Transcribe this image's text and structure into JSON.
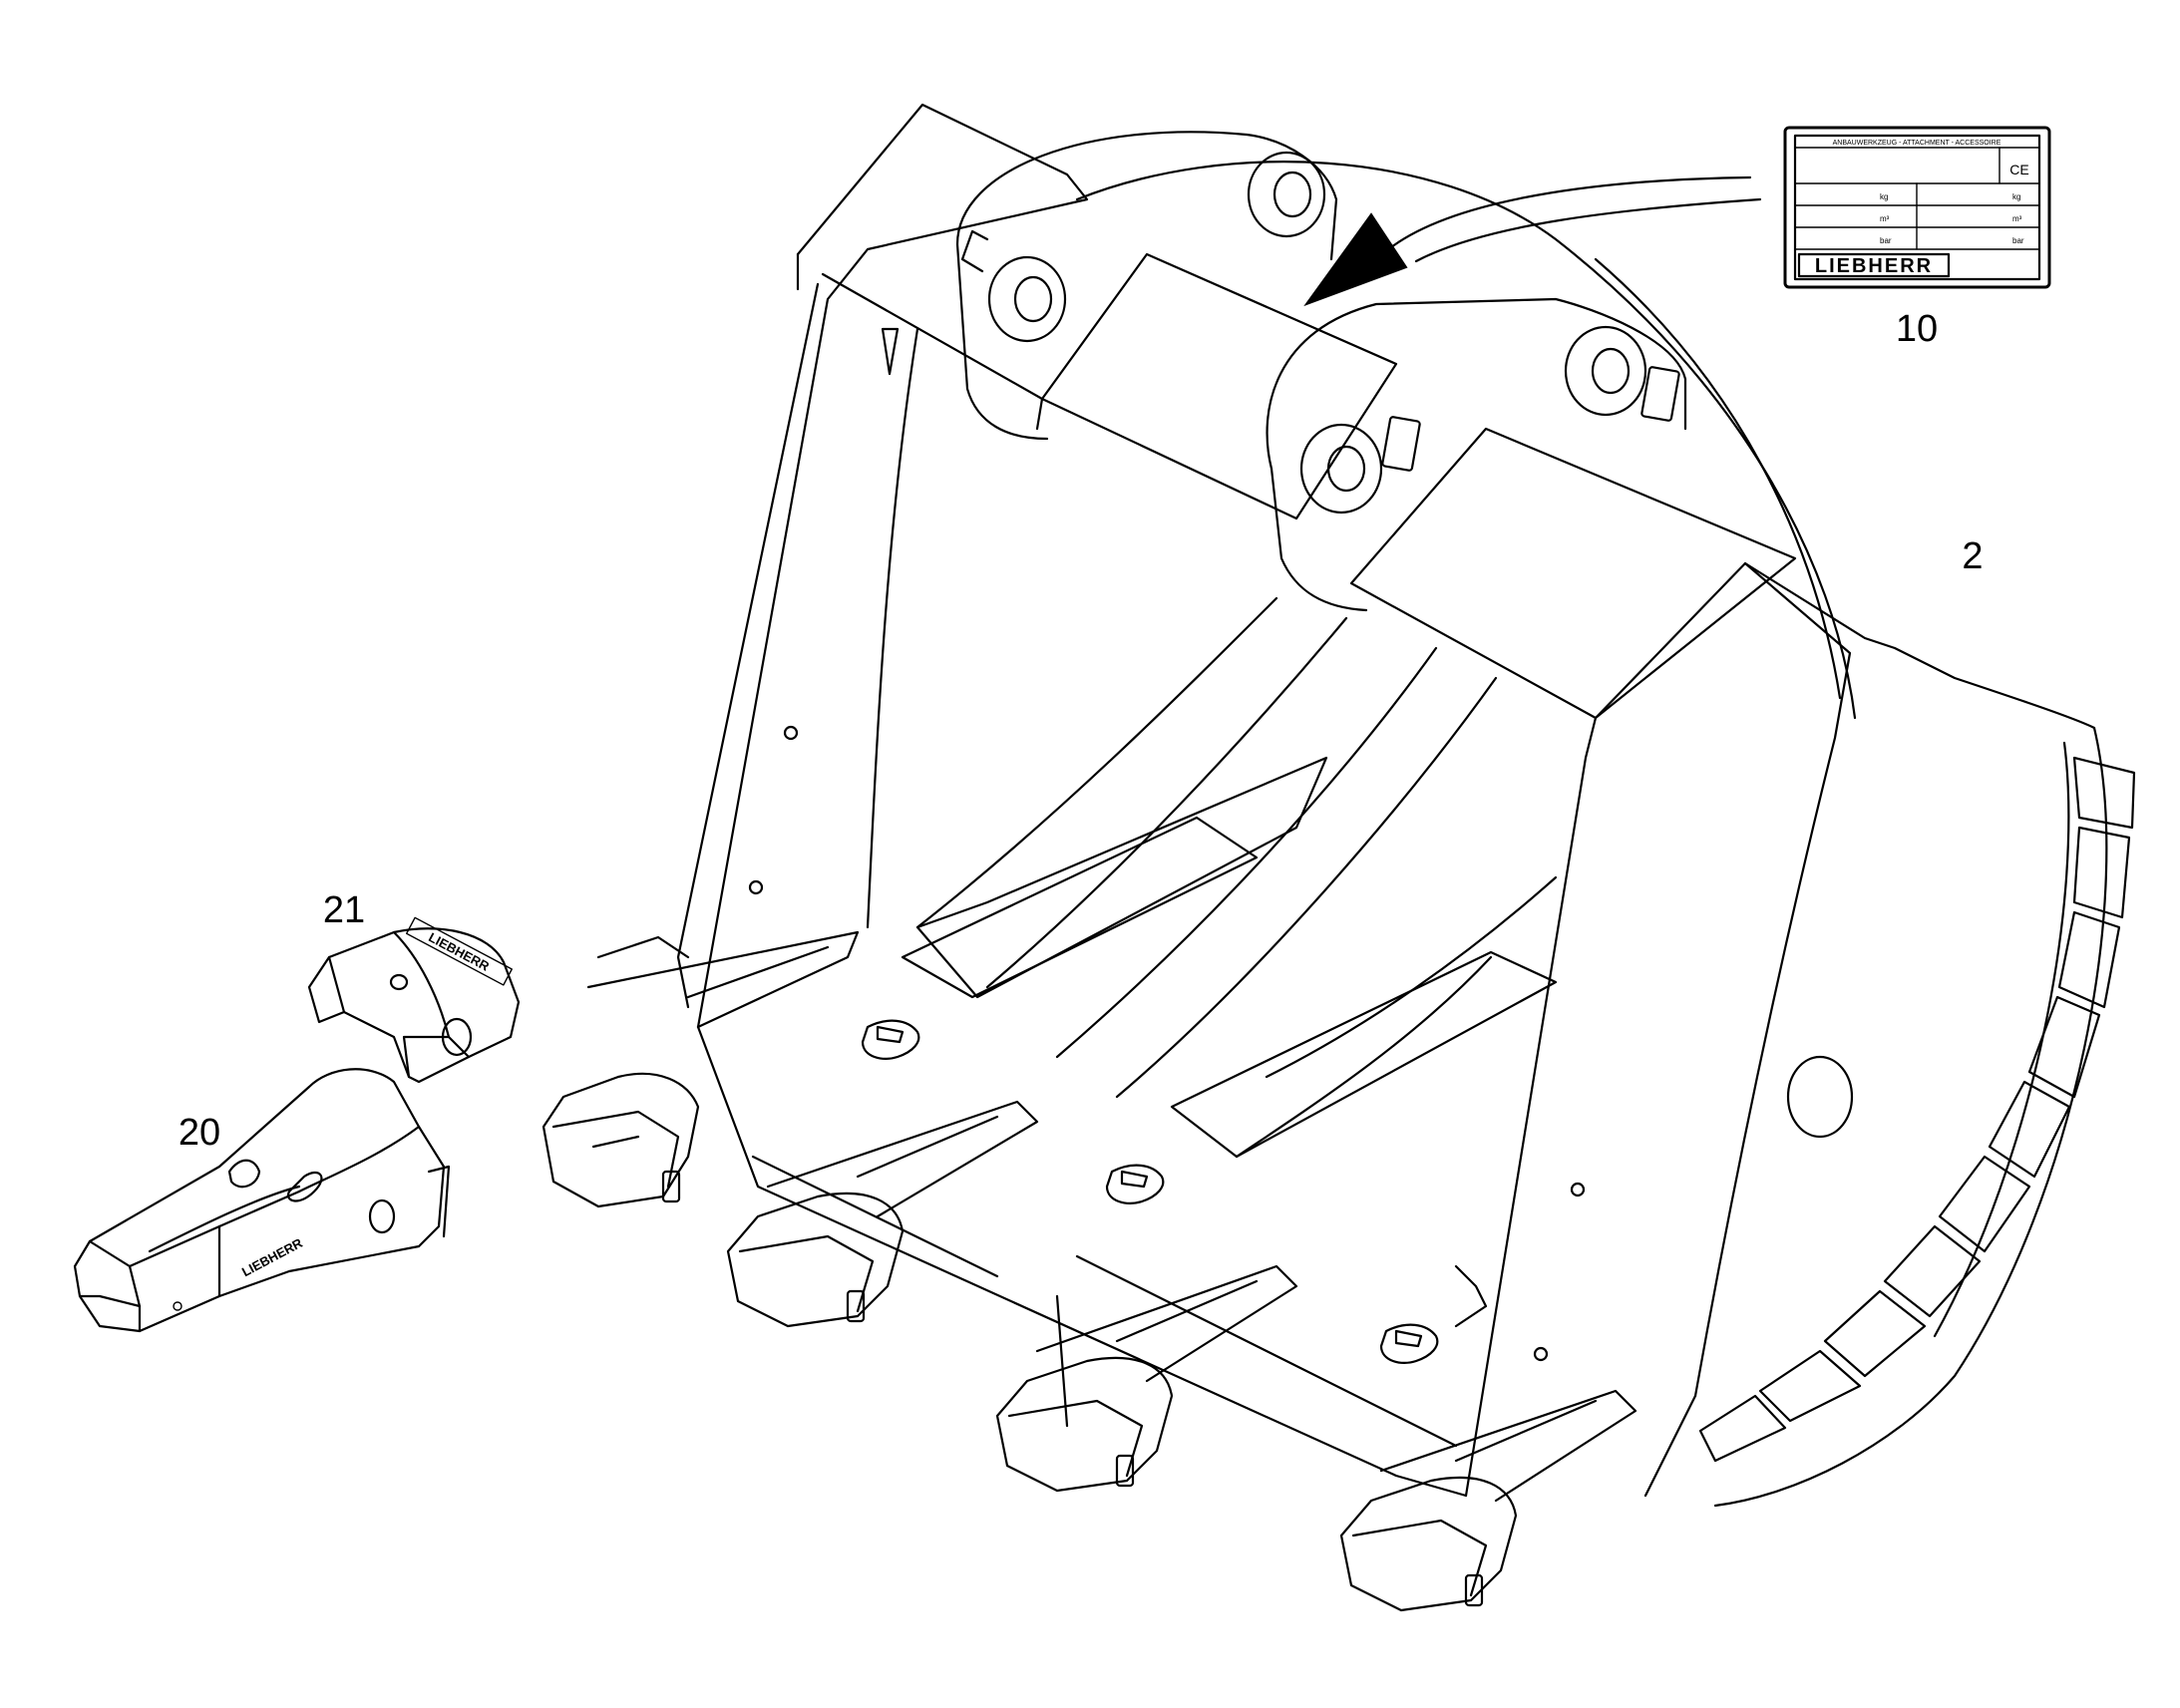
{
  "callouts": {
    "bucket": "2",
    "plate": "10",
    "tooth": "20",
    "adapter_cap": "21"
  },
  "plate": {
    "header": "ANBAUWERKZEUG - ATTACHMENT - ACCESSOIRE",
    "ce": "CE",
    "row1_left": "kg",
    "row1_right": "kg",
    "row2_left": "m³",
    "row2_right": "m³",
    "row3_left": "bar",
    "row3_right": "bar",
    "brand": "LIEBHERR"
  },
  "tooth_brand": "LIEBHERR",
  "cap_brand": "LIEBHERR",
  "colors": {
    "ink": "#000000",
    "paper": "#ffffff"
  }
}
